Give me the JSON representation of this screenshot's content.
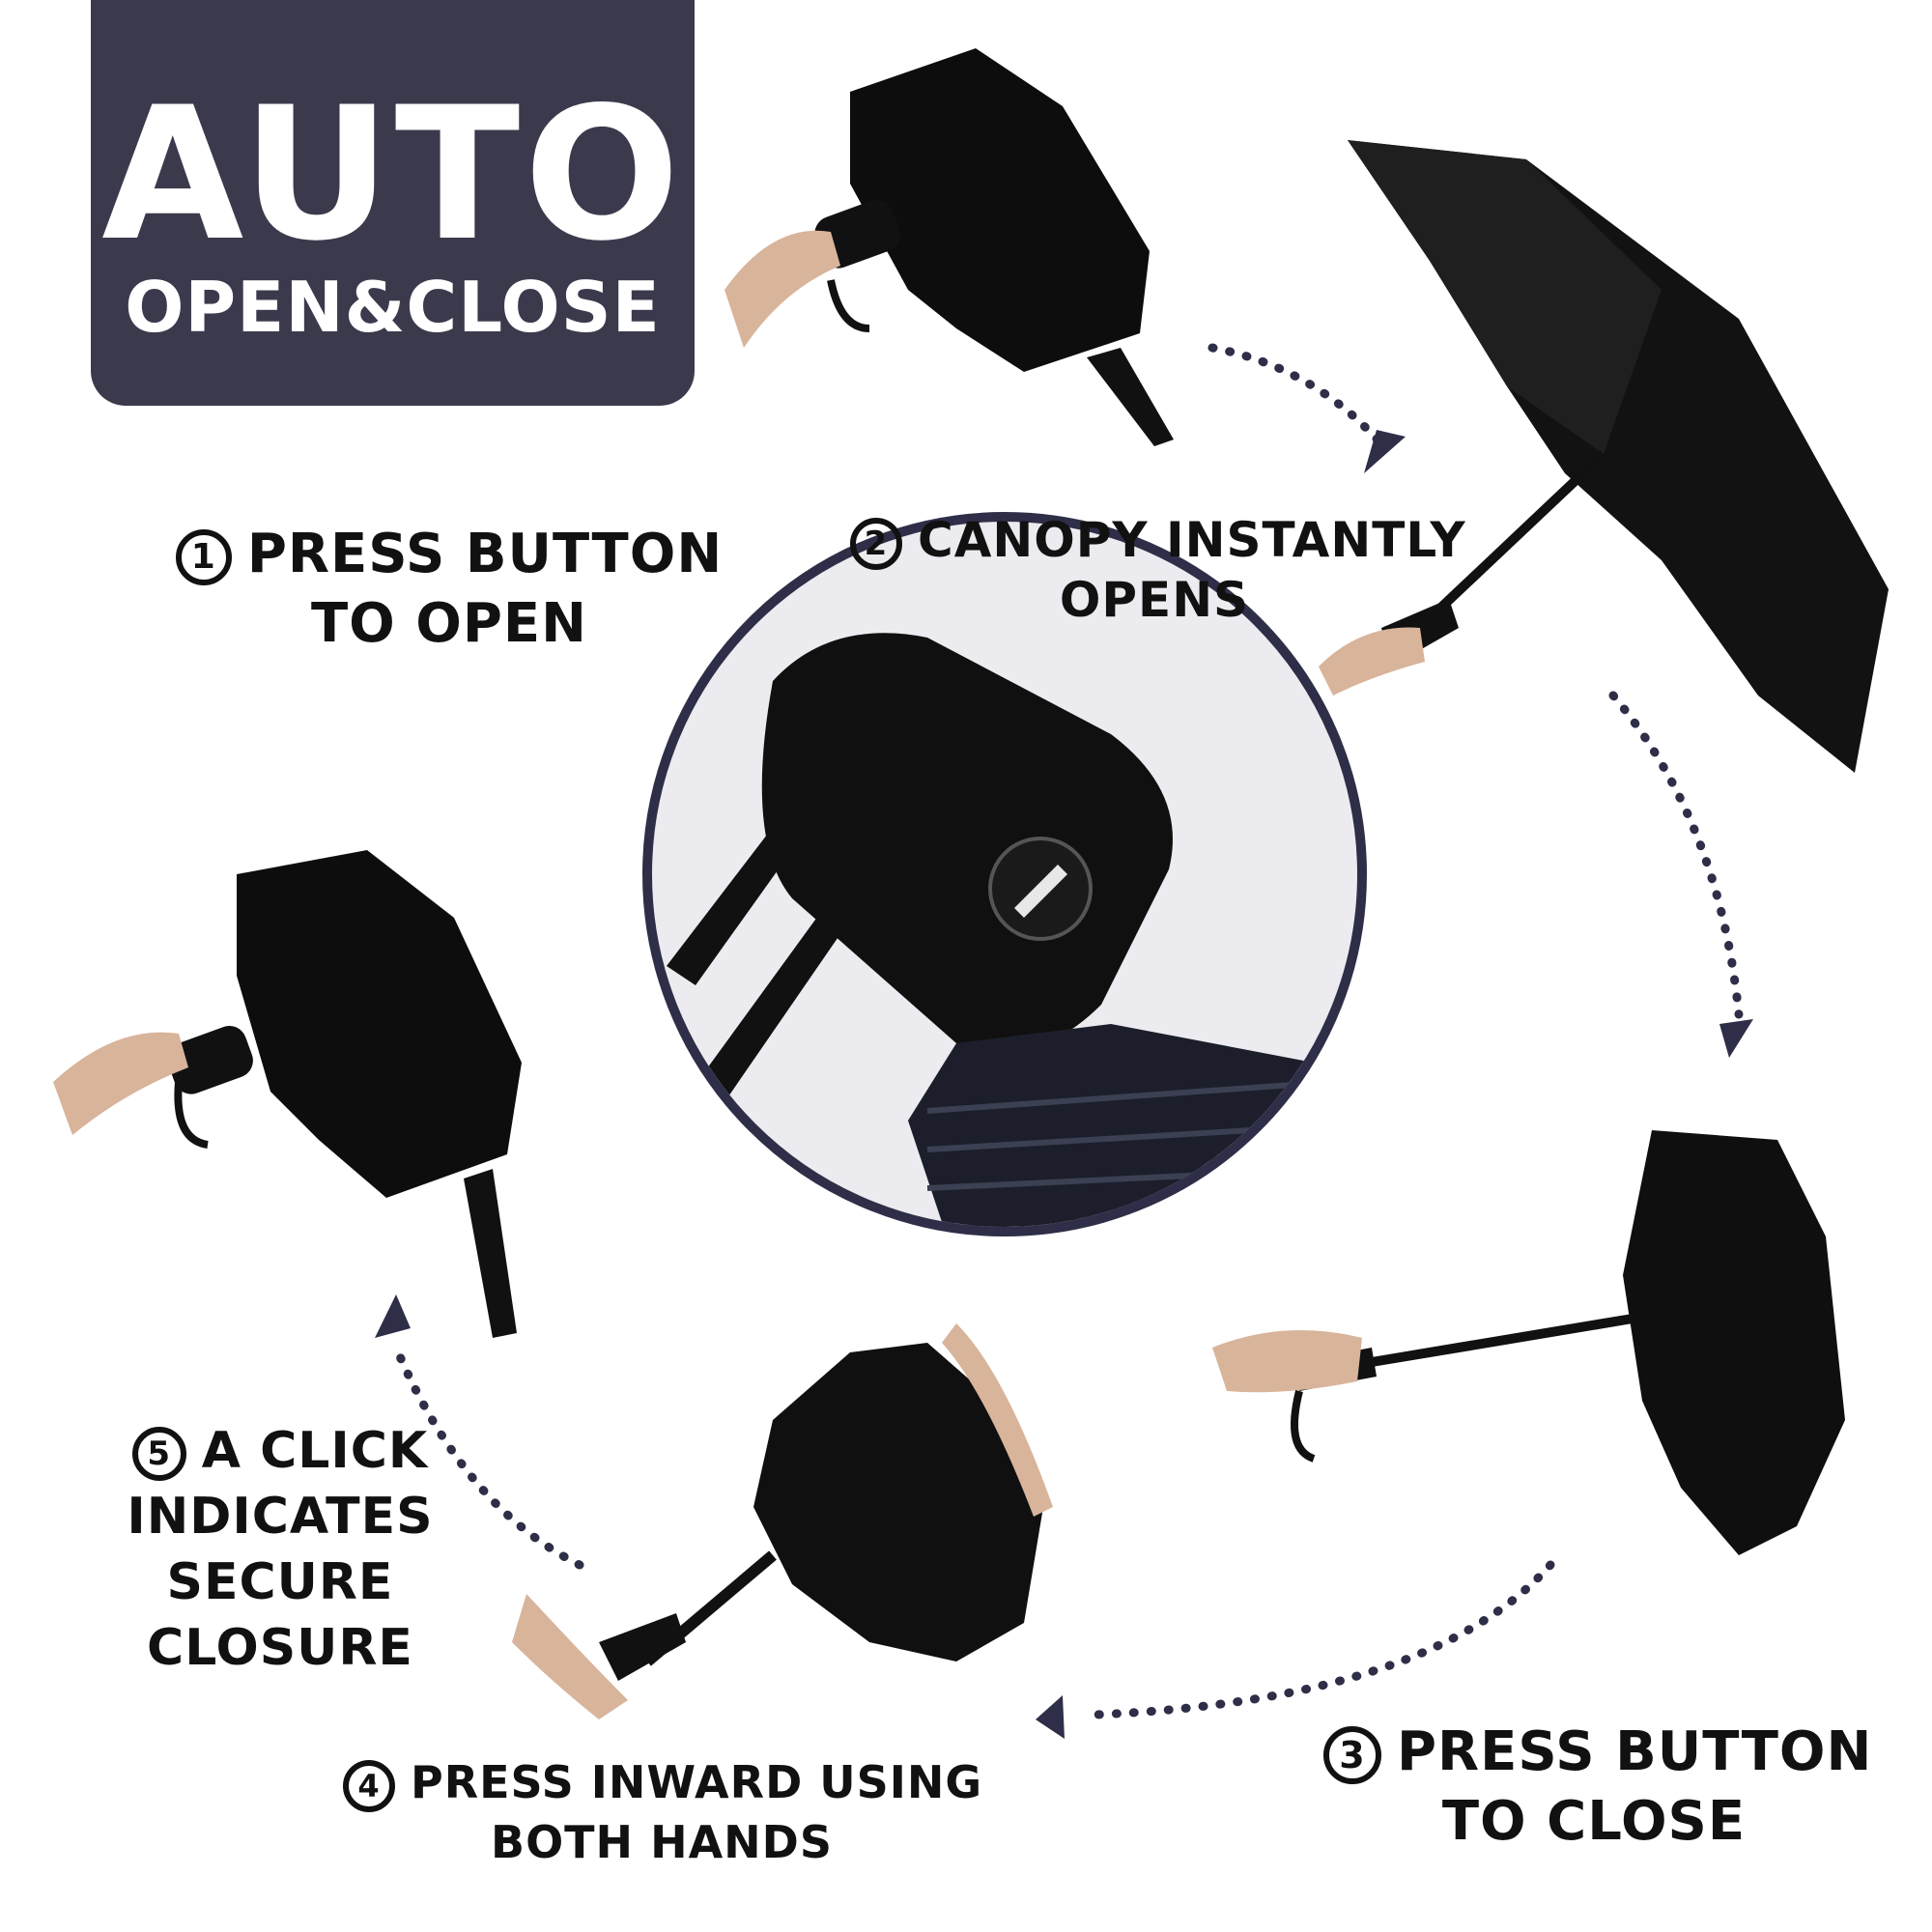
{
  "title": {
    "line1": "AUTO",
    "line2": "OPEN&CLOSE"
  },
  "steps": [
    {
      "num": "1",
      "lines": [
        "PRESS BUTTON",
        "TO OPEN"
      ]
    },
    {
      "num": "2",
      "lines": [
        "CANOPY INSTANTLY",
        "OPENS"
      ]
    },
    {
      "num": "3",
      "lines": [
        "PRESS BUTTON",
        "TO CLOSE"
      ]
    },
    {
      "num": "4",
      "lines": [
        "PRESS INWARD USING",
        "BOTH HANDS"
      ]
    },
    {
      "num": "5",
      "lines": [
        "A CLICK",
        "INDICATES",
        "SECURE",
        "CLOSURE"
      ]
    }
  ],
  "colors": {
    "badge": "#3b3a4d",
    "arrow": "#2f2e48",
    "text": "#111111",
    "canopy": "#0d0d0d"
  }
}
